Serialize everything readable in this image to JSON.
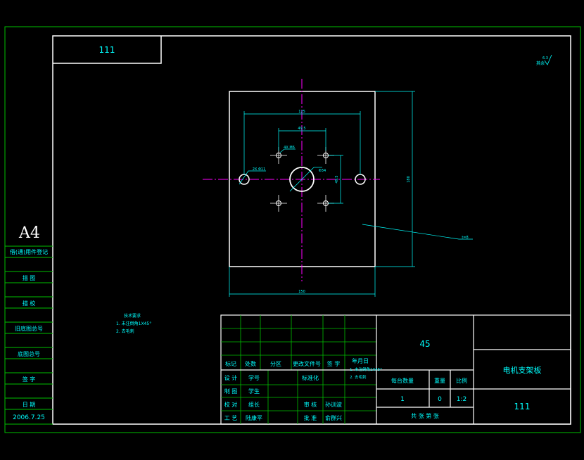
{
  "title_block": {
    "drawing_number": "111",
    "material": "45",
    "part_name": "电机支架板",
    "part_number": "111",
    "quantity_label": "每台数量",
    "weight_label": "重量",
    "scale_label": "比例",
    "quantity": "1",
    "weight": "0",
    "scale": "1:2",
    "sheets": "共 张 第 张",
    "revision_headers": [
      "标记",
      "处数",
      "分区",
      "更改文件号",
      "签 字",
      "年月日"
    ],
    "roles": [
      {
        "role": "设 计",
        "name": "学号",
        "std": "标准化"
      },
      {
        "role": "制 图",
        "name": "学生",
        "std": ""
      },
      {
        "role": "校 对",
        "name": "组长",
        "std": "审 核",
        "std_name": "孙训波"
      },
      {
        "role": "工 艺",
        "name": "陆康平",
        "std": "批 准",
        "std_name": "俞群兴"
      }
    ]
  },
  "left_strip": {
    "format": "A4",
    "labels": [
      "借(通)用件登记",
      "描 图",
      "描 校",
      "旧底图总号",
      "底图总号",
      "签 字",
      "日 期"
    ],
    "date": "2006.7.25"
  },
  "roughness": "其余",
  "tech_notes": {
    "title": "技术要求",
    "items": [
      "1. 未注倒角1X45°",
      "2. 去毛刺"
    ]
  },
  "dimensions": {
    "outer_width": "150",
    "outer_height": "180",
    "hole_spacing_outer": "125",
    "hole_spacing_inner": "49.5",
    "vertical_spacing": "49.5",
    "thread_callout": "4X M6",
    "hole_callout": "2X Φ11",
    "center_callout": "Φ34",
    "thickness": "t=8"
  }
}
